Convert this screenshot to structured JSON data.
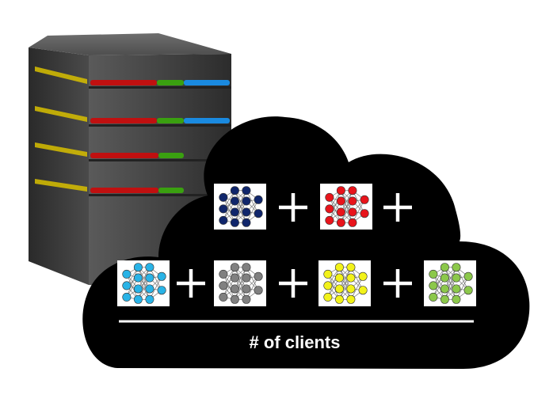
{
  "diagram": {
    "caption": "# of clients",
    "models": [
      {
        "name": "model-navy",
        "color": "#10266b"
      },
      {
        "name": "model-red",
        "color": "#e8141b"
      },
      {
        "name": "model-cyan",
        "color": "#29b3e6"
      },
      {
        "name": "model-gray",
        "color": "#808080"
      },
      {
        "name": "model-yellow",
        "color": "#f2f21a"
      },
      {
        "name": "model-green",
        "color": "#8cc84b"
      }
    ],
    "operators": [
      "+",
      "+",
      "+",
      "+",
      "+"
    ]
  },
  "colors": {
    "cloud": "#000000",
    "server_body": "#4a4a4a",
    "led_left": "#d8c000",
    "led_red": "#c01010",
    "led_green": "#3aa010",
    "led_blue": "#1a8ae0"
  }
}
